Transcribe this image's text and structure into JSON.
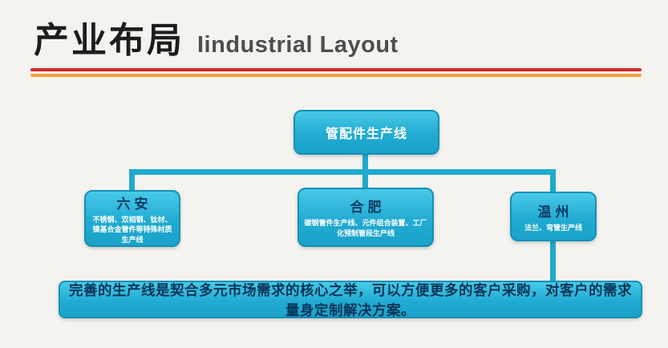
{
  "header": {
    "title_zh": "产业布局",
    "title_en": "Iindustrial Layout"
  },
  "diagram": {
    "root": {
      "label": "管配件生产线"
    },
    "children": [
      {
        "city": "六安",
        "desc": "不锈钢、双相钢、钛材、镍基合金管件等特殊材质生产线"
      },
      {
        "city": "合肥",
        "desc": "碳钢管件生产线、元件组合装置、工厂化预制管段生产线"
      },
      {
        "city": "温州",
        "desc": "法兰、弯管生产线"
      }
    ],
    "summary": "完善的生产线是契合多元市场需求的核心之举，可以方便更多的客户采购，对客户的需求量身定制解决方案。"
  },
  "colors": {
    "background": "#f5f3ef",
    "box_fill": "#22abd2",
    "box_border": "#1391b6",
    "connector": "#1fa9cf",
    "rule_red": "#cf2b2a",
    "rule_orange": "#f2a33c",
    "city_text": "#0c3c63",
    "summary_text": "#083457"
  }
}
